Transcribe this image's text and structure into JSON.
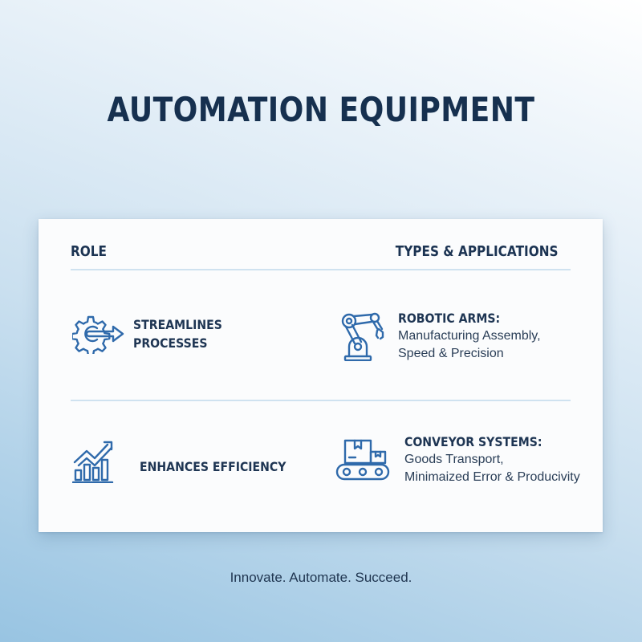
{
  "title": "AUTOMATION EQUIPMENT",
  "card": {
    "headers": {
      "role": "ROLE",
      "types": "TYPES & APPLICATIONS"
    },
    "rows": [
      {
        "role": {
          "icon": "gear-arrow-icon",
          "label_line1": "STREAMLINES",
          "label_line2": "PROCESSES"
        },
        "type": {
          "icon": "robotic-arm-icon",
          "name": "ROBOTIC ARMS:",
          "line1": "Manufacturing Assembly,",
          "line2": "Speed & Precision"
        }
      },
      {
        "role": {
          "icon": "growth-chart-icon",
          "label_line1": "ENHANCES EFFICIENCY"
        },
        "type": {
          "icon": "conveyor-icon",
          "name": "CONVEYOR SYSTEMS:",
          "line1": "Goods Transport,",
          "line2": "Minimaized Error & Producivity"
        }
      }
    ]
  },
  "tagline": "Innovate. Automate. Succeed.",
  "colors": {
    "title": "#16304f",
    "icon": "#2f6aab",
    "divider": "#cfe2f0",
    "card": "#fbfcfd",
    "bg_light": "#ffffff",
    "bg_dark": "#98c4e2"
  }
}
